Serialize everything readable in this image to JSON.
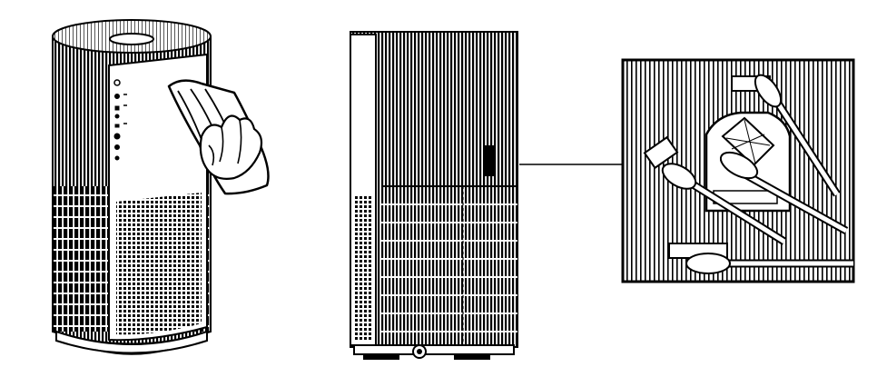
{
  "figure": {
    "panels": [
      {
        "name": "purifier-wipe-view"
      },
      {
        "name": "purifier-side-view"
      },
      {
        "name": "sensor-cleaning-detail"
      }
    ],
    "colors": {
      "ink": "#000000",
      "paper": "#ffffff",
      "shade": "#9a9a9a"
    },
    "icons": [
      "cloth-icon",
      "hand-icon",
      "cotton-swab-icon",
      "sensor-icon",
      "control-panel-icons"
    ]
  }
}
